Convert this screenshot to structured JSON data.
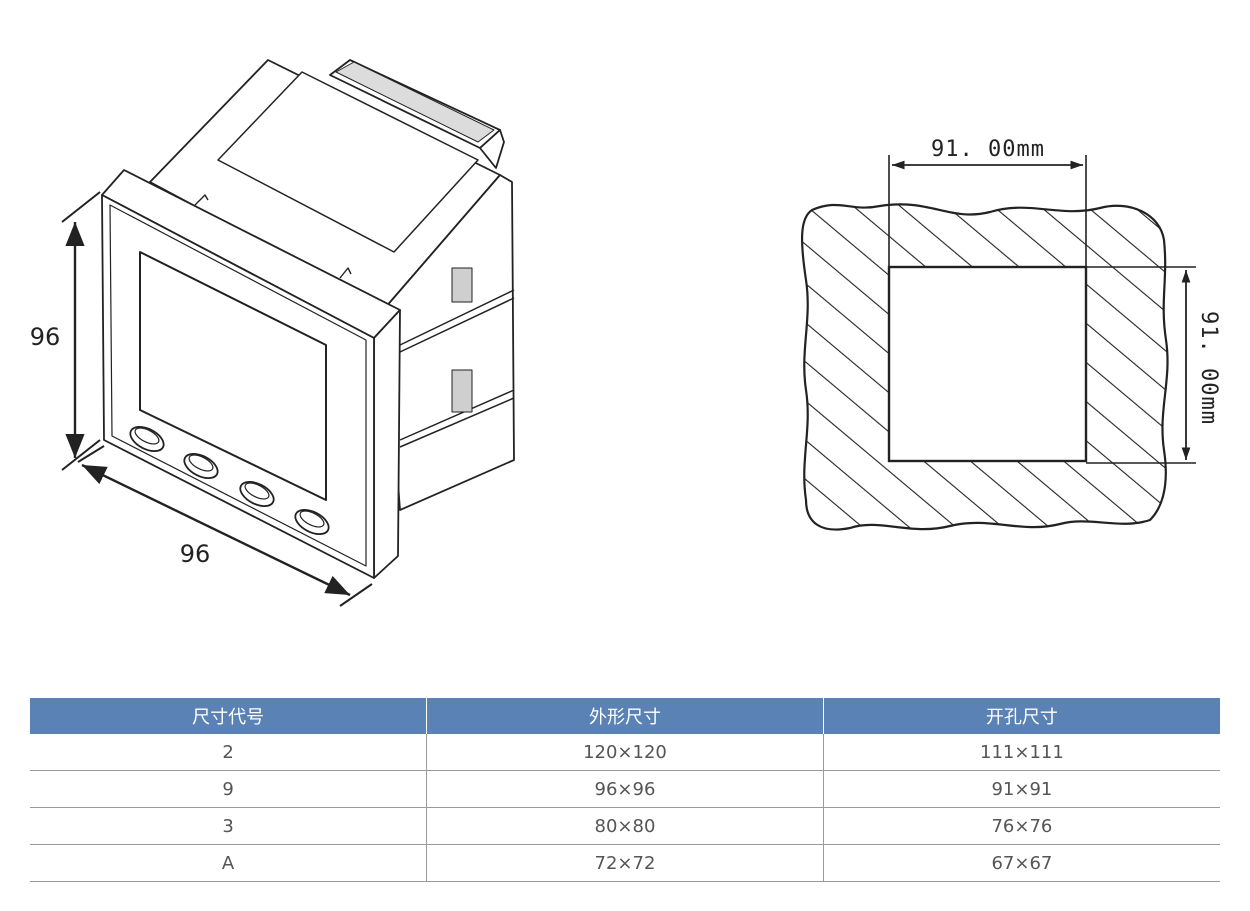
{
  "colors": {
    "table_header_bg": "#5b82b5",
    "line": "#222222"
  },
  "meter_drawing": {
    "height_label": "96",
    "width_label": "96"
  },
  "cutout_drawing": {
    "width_label": "91. 00mm",
    "height_label": "91. 00mm"
  },
  "table": {
    "headers": [
      "尺寸代号",
      "外形尺寸",
      "开孔尺寸"
    ],
    "rows": [
      [
        "2",
        "120×120",
        "111×111"
      ],
      [
        "9",
        "96×96",
        "91×91"
      ],
      [
        "3",
        "80×80",
        "76×76"
      ],
      [
        "A",
        "72×72",
        "67×67"
      ]
    ]
  }
}
